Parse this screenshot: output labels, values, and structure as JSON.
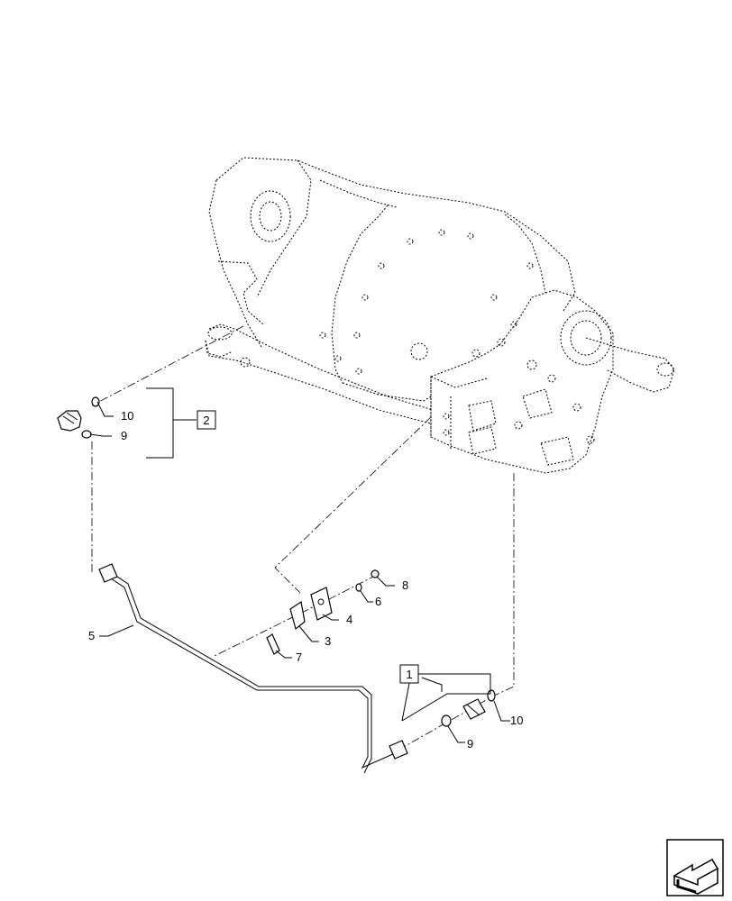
{
  "callouts": {
    "kit_2": "2",
    "kit_1": "1",
    "p10_top": "10",
    "p9_top": "9",
    "p8": "8",
    "p6": "6",
    "p4": "4",
    "p3": "3",
    "p7": "7",
    "p5": "5",
    "p9_bottom": "9",
    "p10_bottom": "10"
  },
  "icons": {
    "nav": "next-page-arrow-icon"
  }
}
